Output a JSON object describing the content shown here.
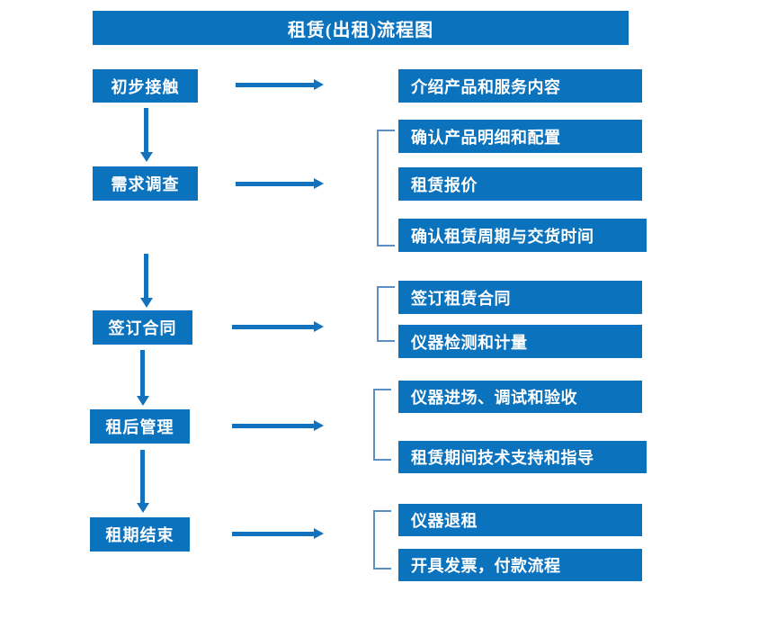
{
  "diagram": {
    "title": "租赁(出租)流程图",
    "accent_color": "#0b72bd",
    "arrow_color": "#1272bd",
    "bracket_color": "#5b8fc4",
    "text_color": "#ffffff",
    "background_color": "#ffffff"
  },
  "stages": [
    {
      "id": "stage-1",
      "label": "初步接触",
      "tasks": [
        {
          "label": "介绍产品和服务内容"
        }
      ]
    },
    {
      "id": "stage-2",
      "label": "需求调查",
      "tasks": [
        {
          "label": "确认产品明细和配置"
        },
        {
          "label": "租赁报价"
        },
        {
          "label": "确认租赁周期与交货时间"
        }
      ]
    },
    {
      "id": "stage-3",
      "label": "签订合同",
      "tasks": [
        {
          "label": "签订租赁合同"
        },
        {
          "label": "仪器检测和计量"
        }
      ]
    },
    {
      "id": "stage-4",
      "label": "租后管理",
      "tasks": [
        {
          "label": "仪器进场、调试和验收"
        },
        {
          "label": "租赁期间技术支持和指导"
        }
      ]
    },
    {
      "id": "stage-5",
      "label": "租期结束",
      "tasks": [
        {
          "label": "仪器退租"
        },
        {
          "label": "开具发票，付款流程"
        }
      ]
    }
  ],
  "connectors": {
    "stage_to_stage_icon": "down-arrow-icon",
    "stage_to_tasks_icon": "right-arrow-icon",
    "task_group_icon": "bracket-icon"
  }
}
